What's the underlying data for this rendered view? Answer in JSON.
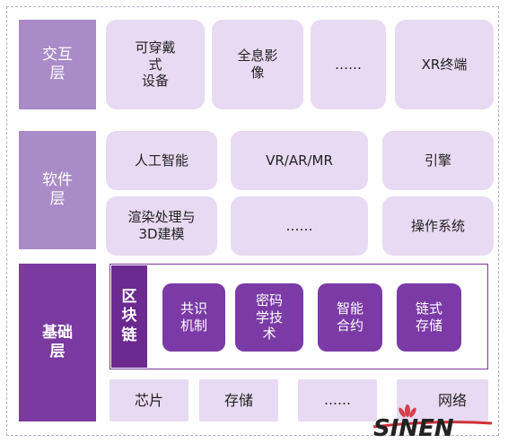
{
  "layers": {
    "interaction": {
      "label": "交互\n层",
      "items": [
        "可穿戴\n式\n设备",
        "全息影\n像",
        "……",
        "XR终端"
      ]
    },
    "software": {
      "label": "软件\n层",
      "items": [
        "人工智能",
        "VR/AR/MR",
        "引擎",
        "渲染处理与\n3D建模",
        "……",
        "操作系统"
      ]
    },
    "foundation": {
      "label": "基础\n层",
      "blockchain_label": "区\n块\n链",
      "blockchain_items": [
        "共识\n机制",
        "密码\n学技\n术",
        "智能\n合约",
        "链式\n存储"
      ],
      "bottom_items": [
        "芯片",
        "存储",
        "……",
        "网络"
      ]
    }
  },
  "watermark": {
    "logo_text": "SINEN"
  },
  "colors": {
    "layer_light": "#a98bc7",
    "layer_dark": "#7a3aa0",
    "pill_bg": "#e8daf2",
    "chain_item": "#7b3aa6",
    "logo_red": "#d0303a"
  }
}
